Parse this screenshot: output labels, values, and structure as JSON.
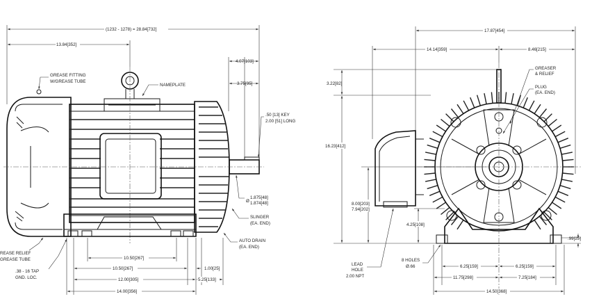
{
  "side_view": {
    "overall_length": "(1232 - 1278) = 28.84[732]",
    "dim_13_84": "13.84[352]",
    "dim_4_07": "4.07[103]",
    "dim_3_75": "3.75[95]",
    "callout_grease_fitting": [
      "GREASE FITTING",
      "W/GREASE TUBE"
    ],
    "callout_nameplate": "NAMEPLATE",
    "callout_key": [
      ".50 [13] KEY",
      "2.00 [51] LONG"
    ],
    "shaft_dia": [
      "1.875[48]",
      "1.874[48]"
    ],
    "callout_slinger": [
      "SLINGER",
      "(EA. END)"
    ],
    "callout_auto_drain": [
      "AUTO DRAIN",
      "(EA. END)"
    ],
    "callout_grease_relief": [
      "REASE RELIEF",
      "GREASE TUBE"
    ],
    "callout_tap": [
      ".38 - 16 TAP",
      "GND. LOC."
    ],
    "dim_10_50_a": "10.50[267]",
    "dim_10_50_b": "10.50[267]",
    "dim_12_00": "12.00[305]",
    "dim_14_00": "14.00[356]",
    "dim_1_00": "1.00[25]",
    "dim_5_25": "5.25[133]"
  },
  "end_view": {
    "dim_17_87": "17.87[454]",
    "dim_14_14": "14.14[359]",
    "dim_8_46": "8.46[215]",
    "dim_3_22": "3.22[82]",
    "dim_16_23": "16.23[412]",
    "dim_8_00": [
      "8.00[203]",
      "7.94[202]"
    ],
    "dim_4_25": "4.25[108]",
    "callout_greaser": [
      "GREASER",
      "& RELIEF"
    ],
    "callout_plug": [
      "PLUG",
      "(EA. END)"
    ],
    "callout_lead_hole": [
      "LEAD",
      "HOLE",
      "2.00 NPT"
    ],
    "callout_holes": [
      "8 HOLES",
      "Ø.66"
    ],
    "dim_6_25_a": "6.25[159]",
    "dim_6_25_b": "6.25[159]",
    "dim_11_75": "11.75[298]",
    "dim_7_25": "7.25[184]",
    "dim_14_50": "14.50[368]",
    "dim_0_99": ".99[25]"
  }
}
